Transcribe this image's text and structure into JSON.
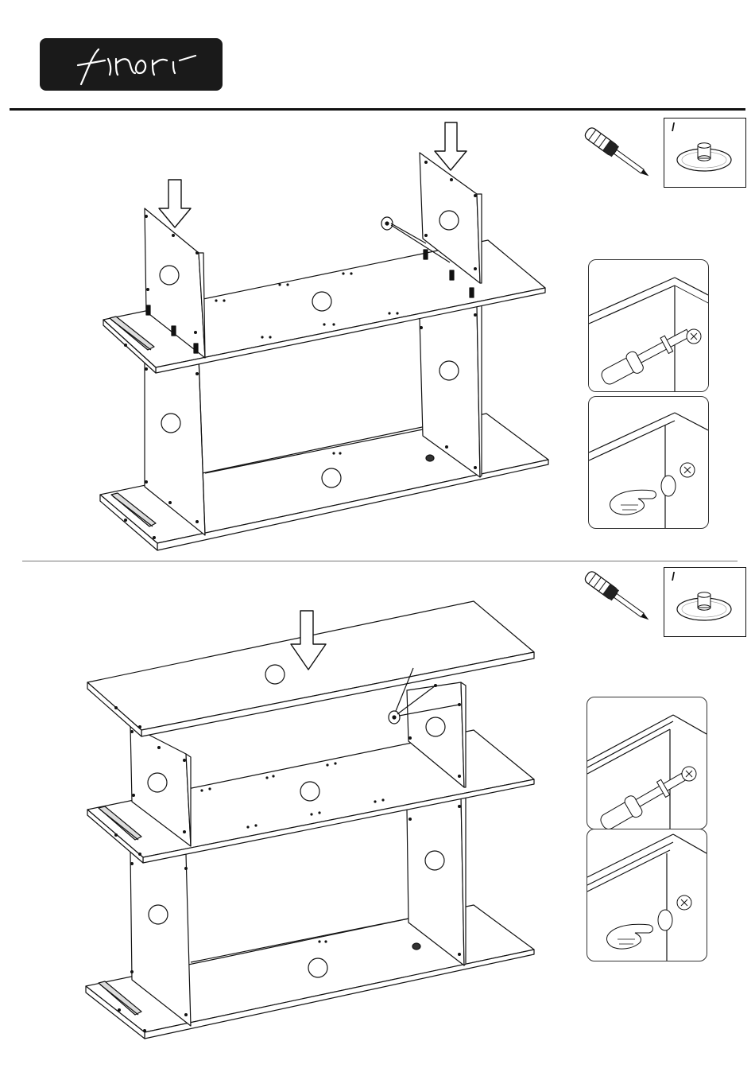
{
  "brand": {
    "logo_text": "finori",
    "logo_bg": "#1a1a1a"
  },
  "steps": [
    {
      "id": "step-a",
      "tool": "screwdriver-icon",
      "hardware_quantity": "/",
      "hardware_icon": "cam-lock-disc-icon",
      "details": [
        "insert-cam-bolt-detail",
        "press-cap-detail"
      ]
    },
    {
      "id": "step-b",
      "tool": "screwdriver-icon",
      "hardware_quantity": "/",
      "hardware_icon": "cam-lock-disc-icon",
      "details": [
        "insert-cam-bolt-detail",
        "press-cap-detail"
      ]
    }
  ],
  "colors": {
    "line": "#111111",
    "panel": "#ffffff"
  }
}
